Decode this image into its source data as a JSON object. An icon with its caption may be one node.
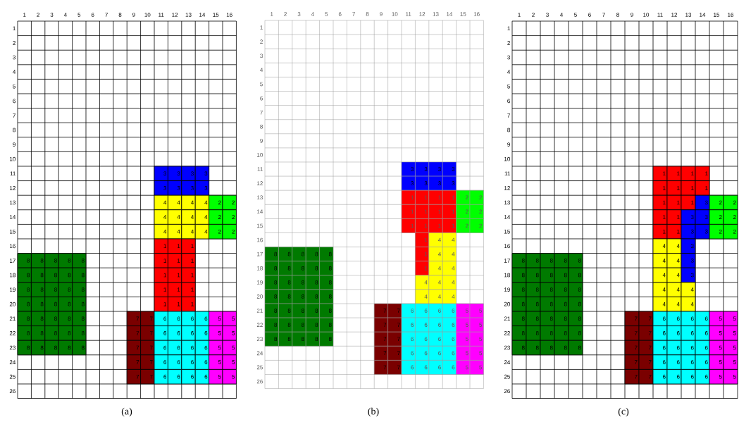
{
  "diagram": {
    "labels": [
      "1",
      "2",
      "3",
      "4",
      "5",
      "6",
      "7",
      "8",
      "9",
      "10",
      "11",
      "12",
      "13",
      "14",
      "15",
      "16",
      "1",
      "2",
      "3",
      "4",
      "5",
      "6",
      "7",
      "8",
      "9",
      "10",
      "11",
      "3",
      "3",
      "3",
      "3",
      "12",
      "3",
      "3",
      "3",
      "3",
      "13",
      "4",
      "4",
      "4",
      "4",
      "2",
      "2",
      "14",
      "4",
      "4",
      "4",
      "4",
      "2",
      "2",
      "15",
      "4",
      "4",
      "4",
      "4",
      "2",
      "2",
      "16",
      "1",
      "1",
      "1",
      "17",
      "8",
      "8",
      "8",
      "8",
      "8",
      "1",
      "1",
      "1",
      "18",
      "8",
      "8",
      "8",
      "8",
      "8",
      "1",
      "1",
      "1",
      "19",
      "8",
      "8",
      "8",
      "8",
      "8",
      "1",
      "1",
      "1",
      "20",
      "8",
      "8",
      "8",
      "8",
      "8",
      "1",
      "1",
      "1",
      "21",
      "8",
      "8",
      "8",
      "8",
      "8",
      "7",
      "7",
      "6",
      "6",
      "6",
      "6",
      "5",
      "5",
      "22",
      "8",
      "8",
      "8",
      "8",
      "8",
      "7",
      "7",
      "6",
      "6",
      "6",
      "6",
      "5",
      "5",
      "23",
      "8",
      "8",
      "8",
      "8",
      "8",
      "7",
      "7",
      "6",
      "6",
      "6",
      "6",
      "5",
      "5",
      "24",
      "7",
      "7",
      "6",
      "6",
      "6",
      "6",
      "5",
      "5",
      "25",
      "7",
      "7",
      "6",
      "6",
      "6",
      "6",
      "5",
      "5",
      "26",
      "(a)",
      "1",
      "2",
      "3",
      "4",
      "5",
      "6",
      "7",
      "8",
      "9",
      "10",
      "11",
      "12",
      "13",
      "14",
      "15",
      "16",
      "1",
      "2",
      "3",
      "4",
      "5",
      "6",
      "7",
      "8",
      "9",
      "10",
      "11",
      "3",
      "3",
      "3",
      "3",
      "12",
      "3",
      "3",
      "3",
      "3",
      "13",
      "1",
      "1",
      "1",
      "1",
      "2",
      "2",
      "14",
      "1",
      "1",
      "1",
      "1",
      "2",
      "2",
      "15",
      "1",
      "1",
      "1",
      "1",
      "2",
      "2",
      "16",
      "1",
      "4",
      "4",
      "17",
      "8",
      "8",
      "8",
      "8",
      "8",
      "1",
      "4",
      "4",
      "18",
      "8",
      "8",
      "8",
      "8",
      "8",
      "1",
      "4",
      "4",
      "19",
      "8",
      "8",
      "8",
      "8",
      "8",
      "4",
      "4",
      "4",
      "20",
      "8",
      "8",
      "8",
      "8",
      "8",
      "4",
      "4",
      "4",
      "21",
      "8",
      "8",
      "8",
      "8",
      "8",
      "7",
      "7",
      "6",
      "6",
      "6",
      "6",
      "5",
      "5",
      "22",
      "8",
      "8",
      "8",
      "8",
      "8",
      "7",
      "7",
      "6",
      "6",
      "6",
      "6",
      "5",
      "5",
      "23",
      "8",
      "8",
      "8",
      "8",
      "8",
      "7",
      "7",
      "6",
      "6",
      "6",
      "6",
      "5",
      "5",
      "24",
      "7",
      "7",
      "6",
      "6",
      "6",
      "6",
      "5",
      "5",
      "25",
      "7",
      "7",
      "6",
      "6",
      "6",
      "6",
      "5",
      "5",
      "26",
      "(b)",
      "1",
      "2",
      "3",
      "4",
      "5",
      "6",
      "7",
      "8",
      "9",
      "10",
      "11",
      "12",
      "13",
      "14",
      "15",
      "16",
      "1",
      "2",
      "3",
      "4",
      "5",
      "6",
      "7",
      "8",
      "9",
      "10",
      "11",
      "1",
      "1",
      "1",
      "1",
      "12",
      "1",
      "1",
      "1",
      "1",
      "13",
      "1",
      "1",
      "1",
      "3",
      "2",
      "2",
      "14",
      "1",
      "1",
      "3",
      "3",
      "2",
      "2",
      "15",
      "1",
      "1",
      "3",
      "3",
      "2",
      "2",
      "16",
      "4",
      "4",
      "3",
      "17",
      "8",
      "8",
      "8",
      "8",
      "8",
      "4",
      "4",
      "3",
      "18",
      "8",
      "8",
      "8",
      "8",
      "8",
      "4",
      "4",
      "3",
      "19",
      "8",
      "8",
      "8",
      "8",
      "8",
      "4",
      "4",
      "4",
      "20",
      "8",
      "8",
      "8",
      "8",
      "8",
      "4",
      "4",
      "4",
      "21",
      "8",
      "8",
      "8",
      "8",
      "8",
      "7",
      "7",
      "6",
      "6",
      "6",
      "6",
      "5",
      "5",
      "22",
      "8",
      "8",
      "8",
      "8",
      "8",
      "7",
      "7",
      "6",
      "6",
      "6",
      "6",
      "5",
      "5",
      "23",
      "8",
      "8",
      "8",
      "8",
      "8",
      "7",
      "7",
      "6",
      "6",
      "6",
      "6",
      "5",
      "5",
      "24",
      "7",
      "7",
      "6",
      "6",
      "6",
      "6",
      "5",
      "5",
      "25",
      "7",
      "7",
      "6",
      "6",
      "6",
      "6",
      "5",
      "5",
      "26",
      "(c)"
    ]
  }
}
